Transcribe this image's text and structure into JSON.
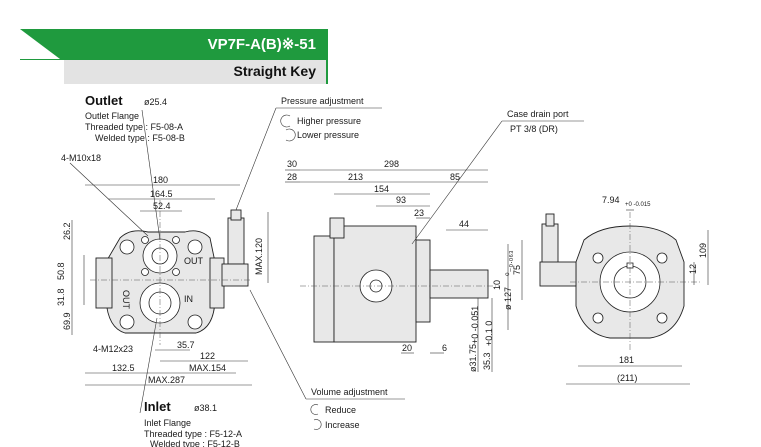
{
  "header": {
    "model": "VP7F-A(B)※-51",
    "subtitle": "Straight Key"
  },
  "outlet": {
    "title": "Outlet",
    "diameter": "ø25.4",
    "flange": "Outlet Flange",
    "threaded": "Threaded type : F5-08-A",
    "welded": "Welded type : F5-08-B"
  },
  "inlet": {
    "title": "Inlet",
    "diameter": "ø38.1",
    "flange": "Inlet Flange",
    "threaded": "Threaded type : F5-12-A",
    "welded": "Welded type : F5-12-B"
  },
  "pressure_adjustment": {
    "title": "Pressure adjustment",
    "higher": "Higher pressure",
    "lower": "Lower pressure"
  },
  "volume_adjustment": {
    "title": "Volume adjustment",
    "reduce": "Reduce",
    "increase": "Increase"
  },
  "case_drain": {
    "title": "Case drain port",
    "spec": "PT 3/8 (DR)"
  },
  "ports": {
    "out": "OUT",
    "in": "IN"
  },
  "front_view": {
    "m10": "4-M10x18",
    "w180": "180",
    "w164_5": "164.5",
    "w52_4": "52.4",
    "h26_2": "26.2",
    "h50_8": "50.8",
    "h31_8": "31.8",
    "h69_9": "69.9",
    "max120": "MAX.120",
    "m12": "4-M12x23",
    "d35_7": "35.7",
    "d122": "122",
    "d132_5": "132.5",
    "max154": "MAX.154",
    "max287": "MAX.287"
  },
  "side_view": {
    "d30": "30",
    "d298": "298",
    "d28": "28",
    "d213": "213",
    "d85": "85",
    "d154": "154",
    "d93": "93",
    "d23": "23",
    "d44": "44",
    "d127": "ø 127",
    "d127_tol": "⁰₋₀.₀₆₃",
    "d75": "75",
    "d10": "10",
    "d20": "20",
    "d6": "6",
    "d31_75": "ø31.75",
    "d31_75_tol": "+0 -0.051",
    "d35_3": "35.3",
    "d35_3_tol": "+0.1 0"
  },
  "rear_view": {
    "key": "7.94",
    "key_tol": "+0 -0.015",
    "d12": "12",
    "d109": "109",
    "d181": "181",
    "d211": "(211)"
  }
}
